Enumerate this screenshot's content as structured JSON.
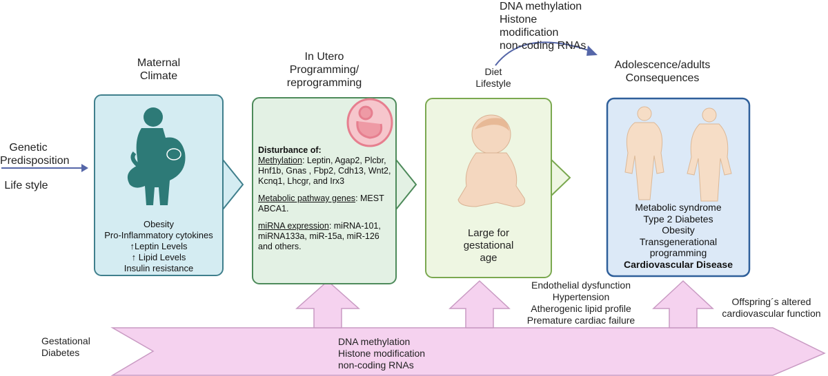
{
  "left": {
    "genetic": "Genetic\nPredisposition",
    "lifestyle": "Life style"
  },
  "top": {
    "epigenetic": [
      "DNA methylation",
      "Histone modification",
      "non-coding RNAs"
    ],
    "diet": [
      "Diet",
      "Lifestyle"
    ]
  },
  "stage1": {
    "title": "Maternal\nClimate",
    "lines": [
      "Obesity",
      "Pro-Inflammatory cytokines",
      "↑Leptin Levels",
      "↑ Lipid Levels",
      "Insulin  resistance"
    ]
  },
  "stage2": {
    "title": "In Utero\nProgramming/\nreprogramming",
    "heading": "Disturbance of:",
    "methylation_label": "Methylation",
    "methylation_text": ": Leptin, Agap2, Plcbr, Hnf1b, Gnas , Fbp2, Cdh13, Wnt2, Kcnq1, Lhcgr, and Irx3",
    "metabolic_label": "Metabolic pathway genes",
    "metabolic_text": ": MEST ABCA1.",
    "mirna_label": "miRNA expression",
    "mirna_text": ": miRNA-101, miRNA133a, miR-15a, miR-126 and others."
  },
  "stage3": {
    "text": "Large for\ngestational\nage"
  },
  "stage4": {
    "title": "Adolescence/adults\nConsequences",
    "lines": [
      "Metabolic syndrome",
      "Type 2 Diabetes",
      "Obesity",
      "Transgenerational",
      "programming"
    ],
    "bold": "Cardiovascular Disease"
  },
  "bottom": {
    "cardio": [
      "Endothelial dysfunction",
      "Hypertension",
      "Atherogenic lipid profile",
      "Premature cardiac failure"
    ],
    "offspring": "Offspring´s altered\ncardiovascular function",
    "gestational": "Gestational\nDiabetes",
    "arrow_lines": [
      "DNA methylation",
      "Histone modification",
      "non-coding RNAs"
    ]
  },
  "colors": {
    "teal_border": "#3f7f8c",
    "teal_fill": "#d4ecf2",
    "green_border": "#4d8a5a",
    "green_fill": "#e3f1e4",
    "lime_border": "#7aa84f",
    "lime_fill": "#eef6e2",
    "blue_border": "#2f5f9a",
    "blue_fill": "#dce9f7",
    "pink_fill": "#f5d2ef",
    "pink_stroke": "#c99ac3",
    "arrow_blue": "#5566a8",
    "figure": "#2d7a77"
  }
}
